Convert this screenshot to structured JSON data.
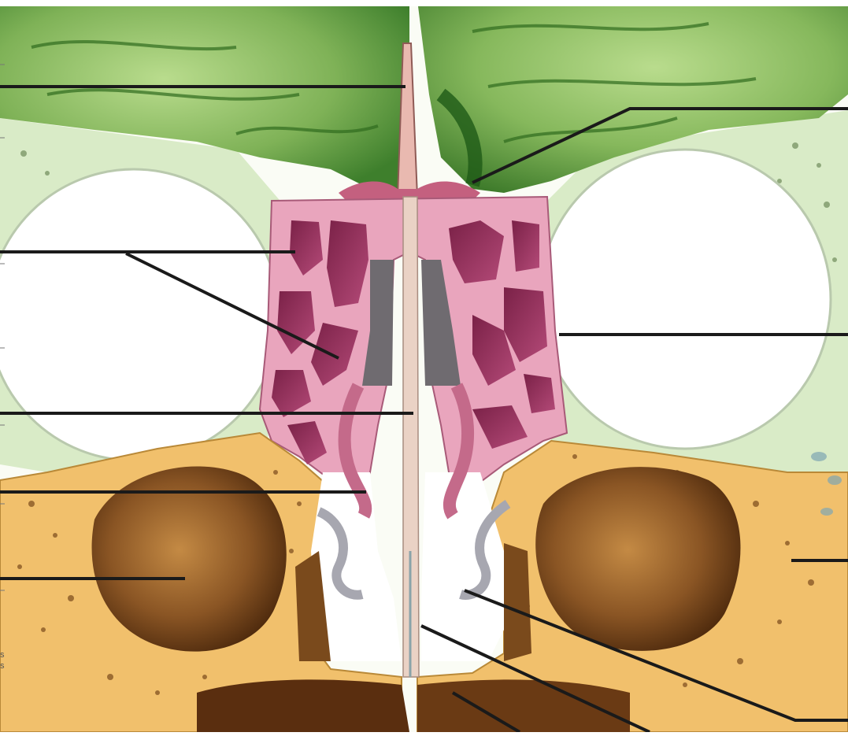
{
  "diagram": {
    "title": "",
    "subject": "frontal-section-nasal-cavity-paranasal-sinuses",
    "labels_blank": true,
    "leader_line_count": 14,
    "colors": {
      "brain": "#5f9e3f",
      "brain_light": "#a8d07a",
      "ethmoid_bone": "#e8a3b8",
      "ethmoid_air_cells": "#9b3560",
      "maxilla_bone": "#f0c070",
      "maxillary_sinus": "#7a4a1c",
      "nasal_septum": "#e9c3b0",
      "orbit": "#ffffff",
      "orbit_wall": "#cfe3c0",
      "leader_line": "#1a1a1a"
    },
    "edge_fragments": {
      "left_bottom_1": "s",
      "left_bottom_2": "s"
    }
  }
}
